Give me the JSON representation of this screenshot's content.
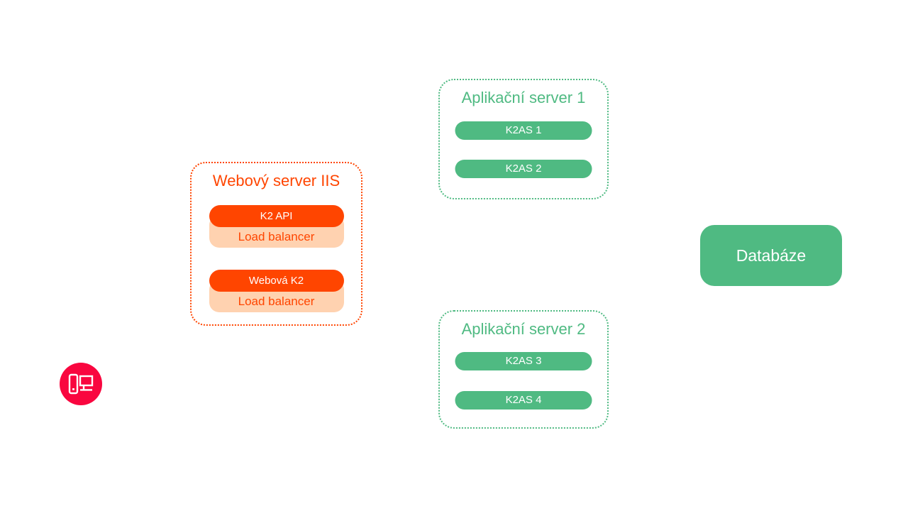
{
  "colors": {
    "orange": "#FF4500",
    "peach": "#FFD2B0",
    "green": "#4FBA82",
    "red": "#F9063F",
    "white": "#FFFFFF"
  },
  "client": {
    "icon": "desktop-computer-icon"
  },
  "web_server": {
    "title": "Webový server IIS",
    "groups": [
      {
        "service": "K2 API",
        "sub": "Load balancer"
      },
      {
        "service": "Webová K2",
        "sub": "Load balancer"
      }
    ]
  },
  "app_server_1": {
    "title": "Aplikační server 1",
    "nodes": [
      "K2AS 1",
      "K2AS 2"
    ]
  },
  "app_server_2": {
    "title": "Aplikační server 2",
    "nodes": [
      "K2AS 3",
      "K2AS 4"
    ]
  },
  "database": {
    "label": "Databáze"
  }
}
